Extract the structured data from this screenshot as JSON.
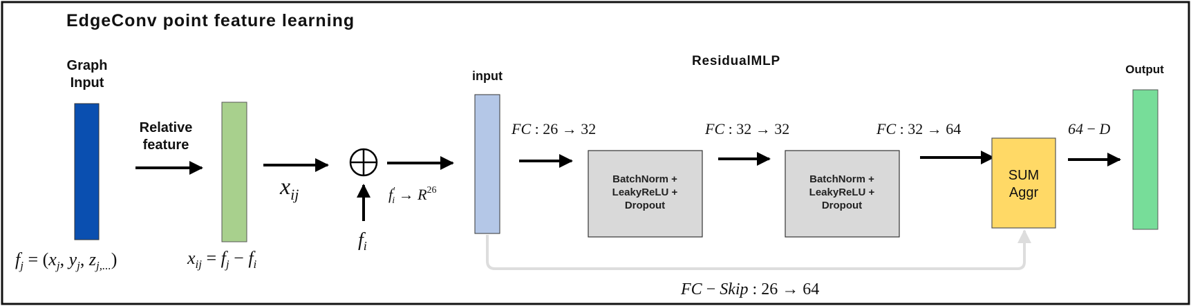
{
  "title": "EdgeConv point feature learning",
  "graph_input": {
    "line1": "Graph",
    "line2": "Input",
    "formula": "f_j = (x_j, y_j, z_{j,...})"
  },
  "relative_feature": {
    "line1": "Relative",
    "line2": "feature",
    "formula": "x_ij = f_j − f_i"
  },
  "xij_label": "x_ij",
  "concat": {
    "fi_label": "f_i",
    "map_label": "f′_i → R^26"
  },
  "residual_mlp": {
    "title": "ResidualMLP",
    "input_label": "input",
    "fc1": "FC : 26 → 32",
    "fc2": "FC : 32 → 32",
    "fc3": "FC : 32 → 64",
    "fc_out": "64 − D",
    "block1": [
      "BatchNorm +",
      "LeakyReLU +",
      "Dropout"
    ],
    "block2": [
      "BatchNorm +",
      "LeakyReLU +",
      "Dropout"
    ],
    "sum_aggr": [
      "SUM",
      "Aggr"
    ],
    "skip": "FC − Skip : 26 → 64"
  },
  "output_label": "Output",
  "colors": {
    "graph_input_bar": "#0a4fb0",
    "relative_bar": "#a8d08d",
    "input_bar": "#b4c7e7",
    "block_fill": "#d9d9d9",
    "sum_fill": "#ffd966",
    "output_bar": "#77dd99",
    "skip_line": "#dddddd",
    "frame": "#111111"
  }
}
